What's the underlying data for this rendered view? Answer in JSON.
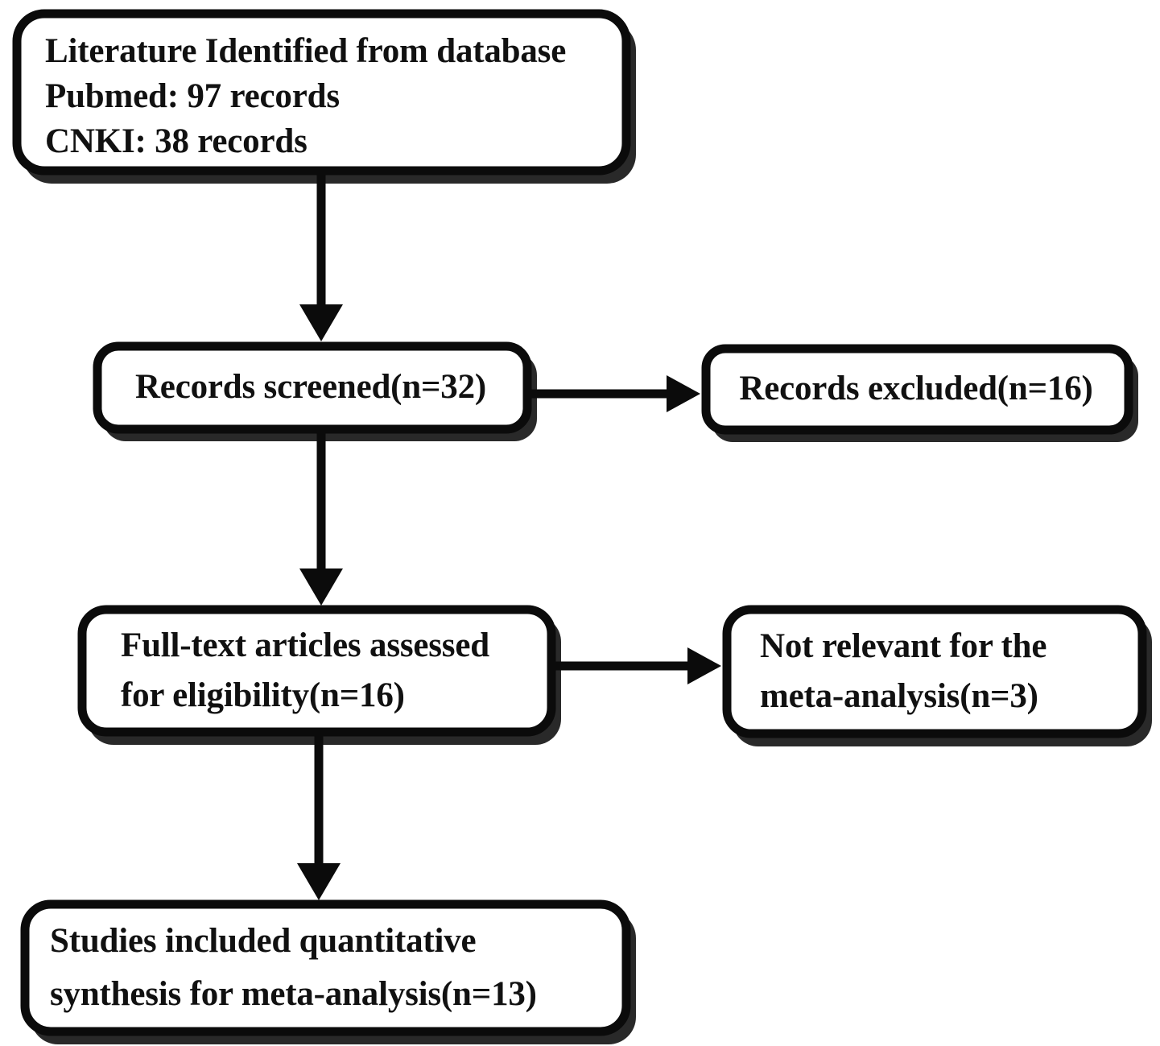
{
  "diagram": {
    "type": "prisma-flow-diagram",
    "title": "",
    "colors": {
      "stroke": "#0b0b0b",
      "box_fill": "#ffffff",
      "text": "#111111",
      "background": "#ffffff"
    },
    "nodes": [
      {
        "id": "identification",
        "name": "literature-identified-box",
        "lines": [
          "Literature Identified from database",
          "Pubmed: 97 records",
          "CNKI: 38 records"
        ]
      },
      {
        "id": "screened",
        "name": "records-screened-box",
        "lines": [
          "Records screened(n=32)"
        ]
      },
      {
        "id": "excluded",
        "name": "records-excluded-box",
        "lines": [
          "Records excluded(n=16)"
        ]
      },
      {
        "id": "fulltext",
        "name": "full-text-assessed-box",
        "lines": [
          "Full-text articles assessed",
          "for eligibility(n=16)"
        ]
      },
      {
        "id": "notrelevant",
        "name": "not-relevant-box",
        "lines": [
          "Not relevant for the",
          "meta-analysis(n=3)"
        ]
      },
      {
        "id": "included",
        "name": "studies-included-box",
        "lines": [
          "Studies included quantitative",
          "synthesis for meta-analysis(n=13)"
        ]
      }
    ],
    "counts": {
      "pubmed_records": 97,
      "cnki_records": 38,
      "records_screened": 32,
      "records_excluded": 16,
      "full_text_assessed": 16,
      "not_relevant": 3,
      "studies_included": 13
    },
    "edges": [
      {
        "id": "edge-identification-screened",
        "from": "identification",
        "to": "screened",
        "direction": "down",
        "label": ""
      },
      {
        "id": "edge-screened-excluded",
        "from": "screened",
        "to": "excluded",
        "direction": "right",
        "label": ""
      },
      {
        "id": "edge-screened-fulltext",
        "from": "screened",
        "to": "fulltext",
        "direction": "down",
        "label": ""
      },
      {
        "id": "edge-fulltext-notrelevant",
        "from": "fulltext",
        "to": "notrelevant",
        "direction": "right",
        "label": ""
      },
      {
        "id": "edge-fulltext-included",
        "from": "fulltext",
        "to": "included",
        "direction": "down",
        "label": ""
      }
    ]
  }
}
